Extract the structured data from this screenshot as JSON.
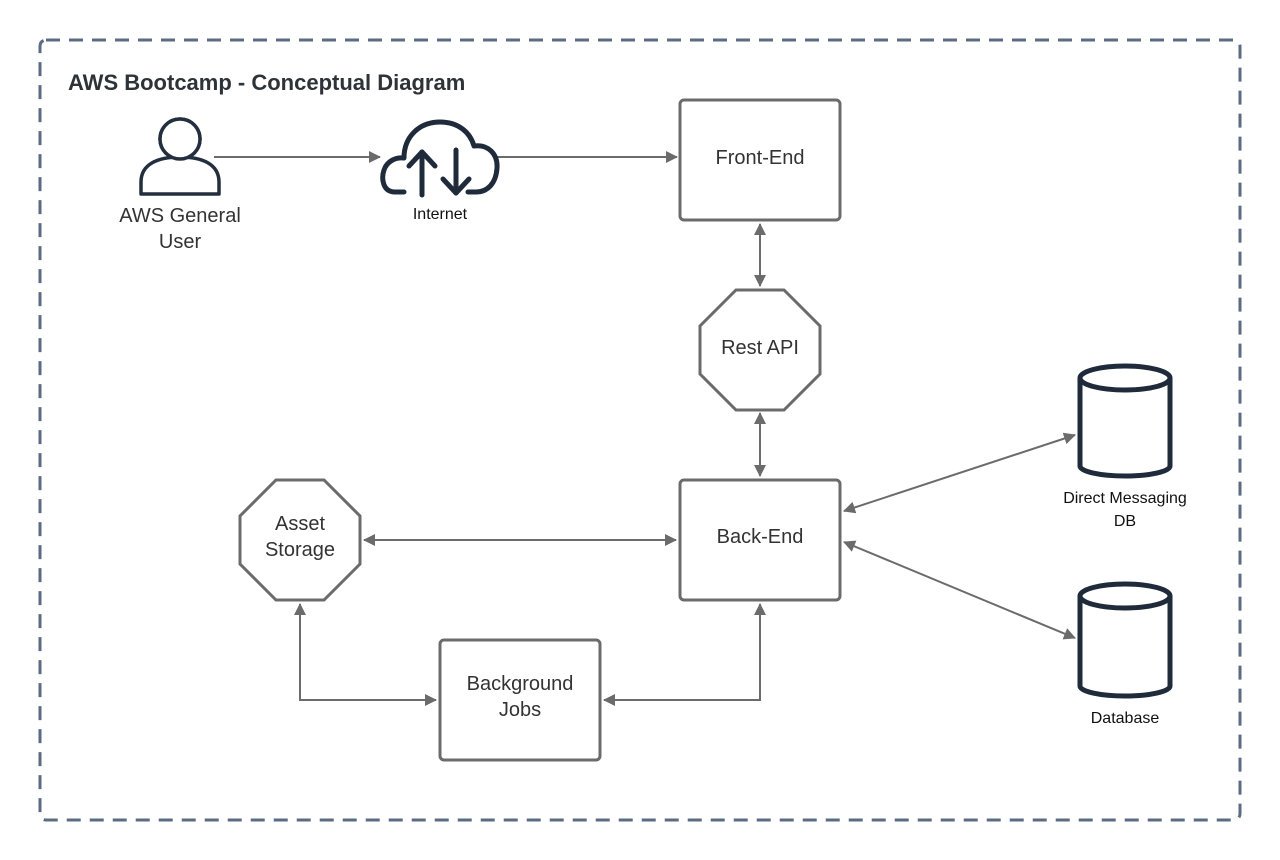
{
  "diagram": {
    "title": "AWS Bootcamp - Conceptual Diagram",
    "nodes": {
      "user": {
        "line1": "AWS General",
        "line2": "User",
        "icon": "user-icon"
      },
      "internet": {
        "label": "Internet",
        "icon": "cloud-upload-download-icon"
      },
      "frontend": {
        "label": "Front-End"
      },
      "restapi": {
        "label": "Rest API"
      },
      "backend": {
        "label": "Back-End"
      },
      "asset": {
        "line1": "Asset",
        "line2": "Storage"
      },
      "jobs": {
        "line1": "Background",
        "line2": "Jobs"
      },
      "dmdb": {
        "line1": "Direct Messaging",
        "line2": "DB",
        "icon": "database-icon"
      },
      "db": {
        "label": "Database",
        "icon": "database-icon"
      }
    },
    "colors": {
      "border": "#5b6b82",
      "shape_stroke": "#6b6b6b",
      "icon_dark": "#1f2b3a"
    }
  }
}
